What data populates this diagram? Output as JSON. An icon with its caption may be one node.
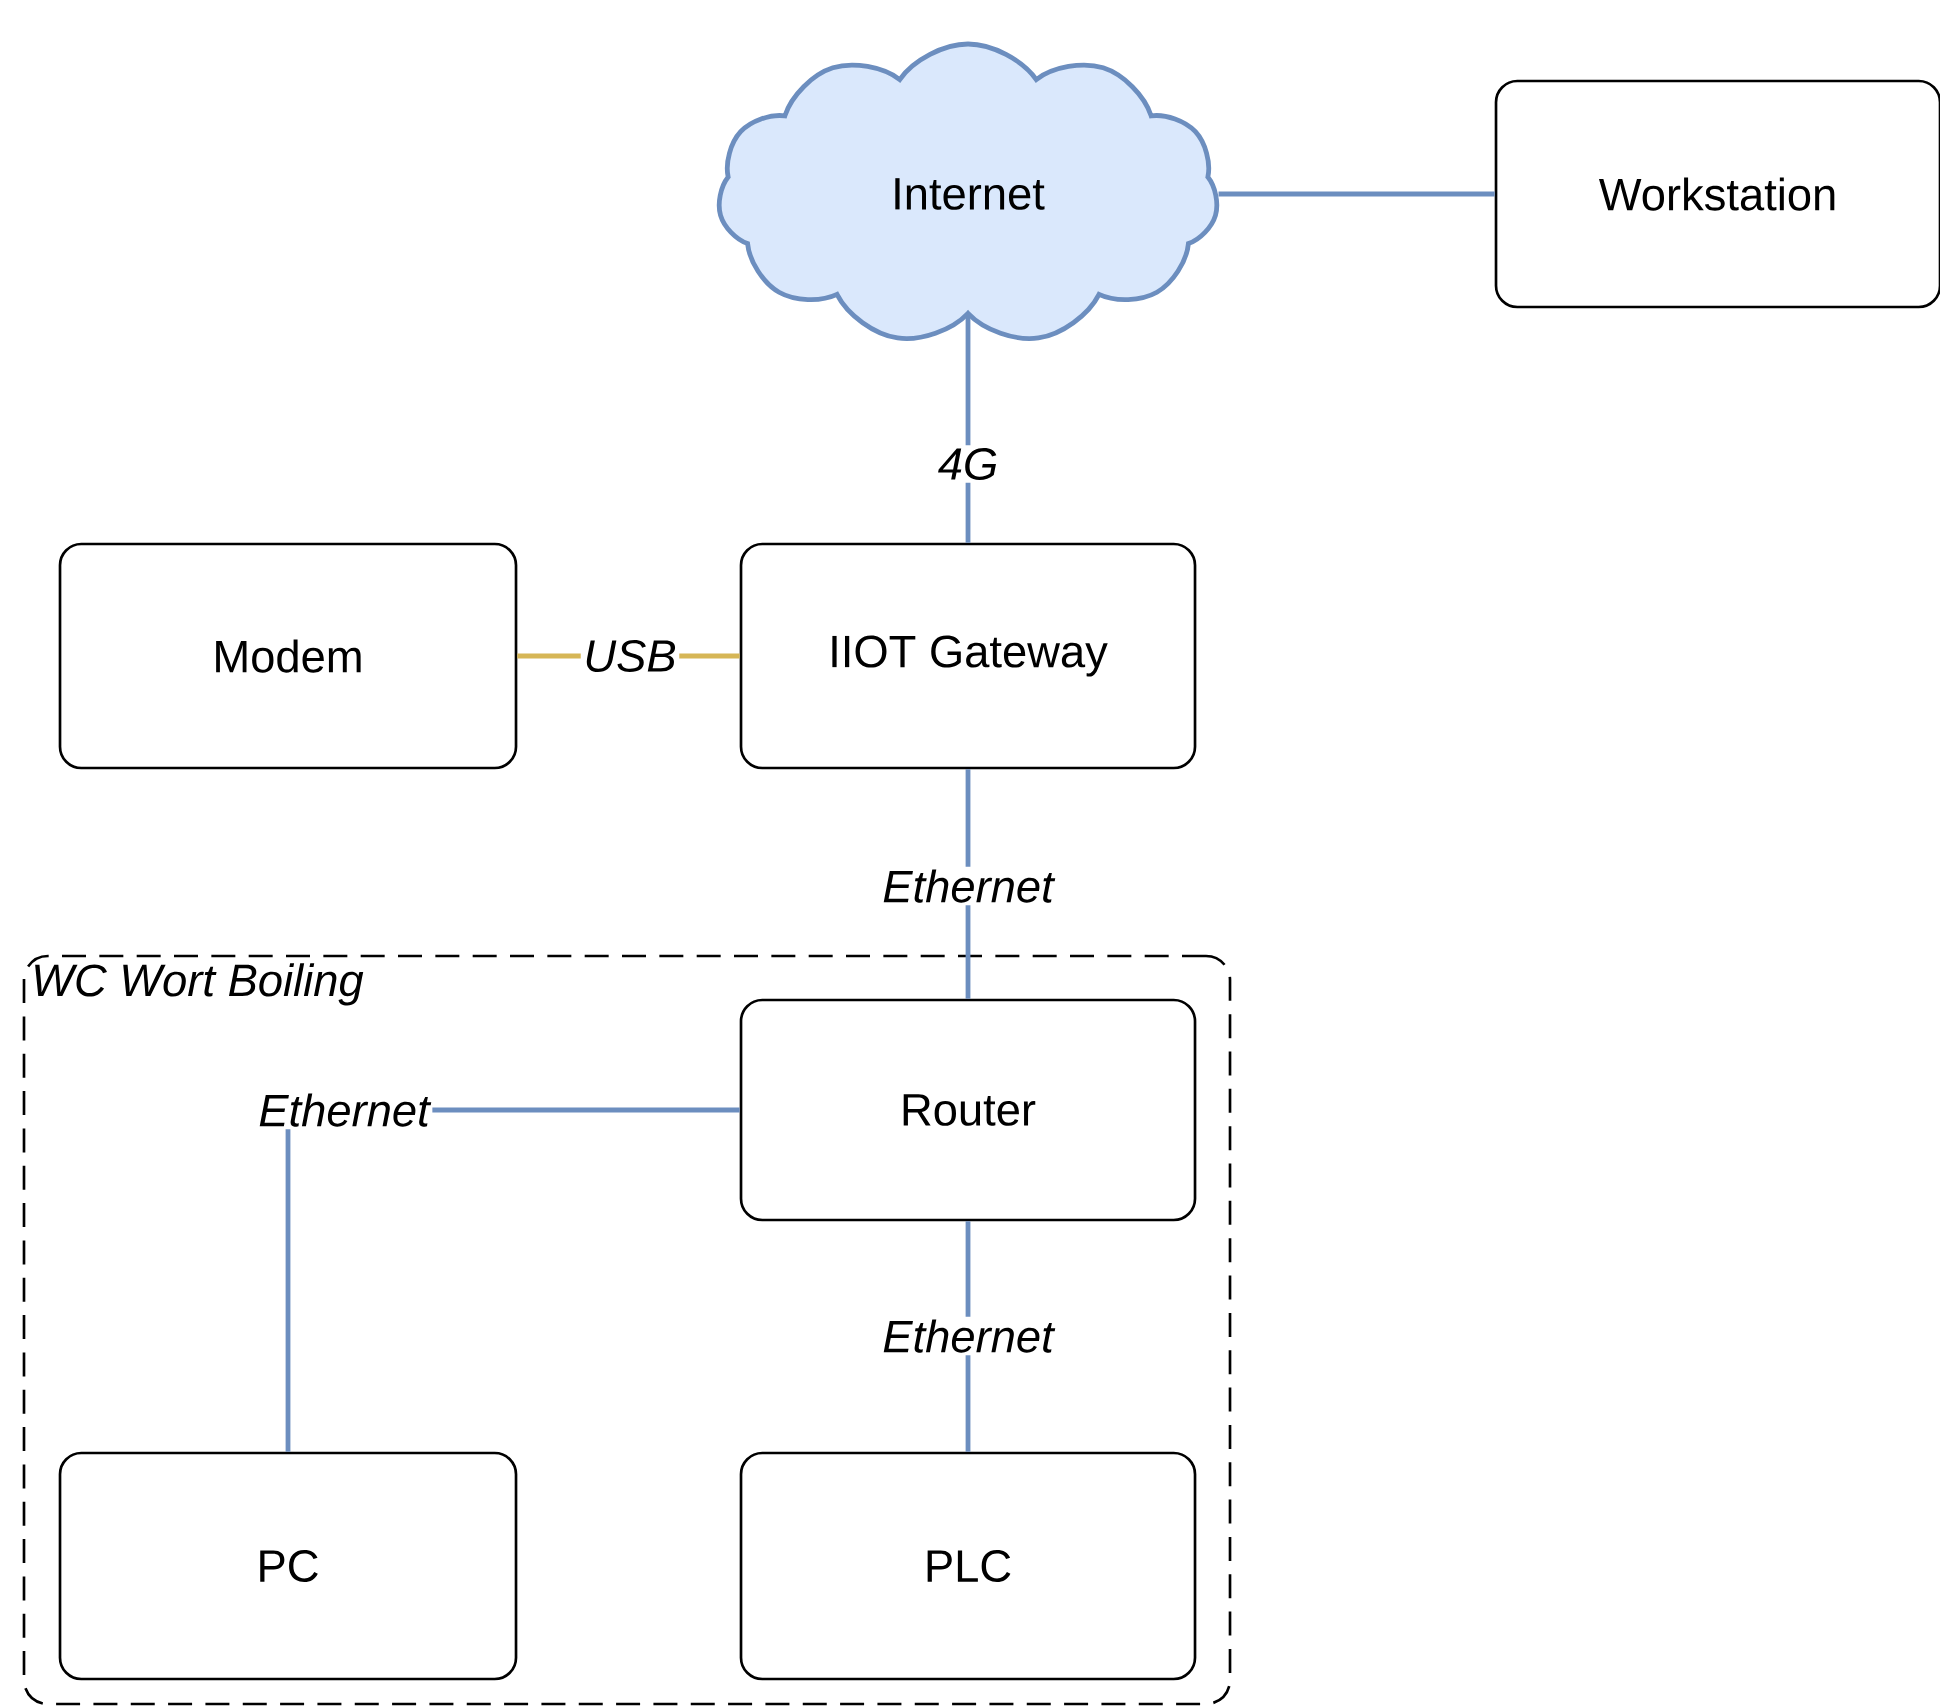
{
  "diagram": {
    "nodes": [
      {
        "text": [
          "Internet"
        ]
      },
      {
        "text": [
          "Workstation"
        ]
      },
      {
        "text": [
          "Modem"
        ]
      },
      {
        "text": [
          "IIOT Gateway"
        ]
      },
      {
        "text": [
          "WC Wort Boiling"
        ]
      },
      {
        "text": [
          "Router"
        ],
        "in": 4
      },
      {
        "text": [
          "PC"
        ],
        "in": 4
      },
      {
        "text": [
          "PLC"
        ],
        "in": 4
      }
    ],
    "edges": [
      {
        "from": 0,
        "to": 1,
        "arrow": "none"
      },
      {
        "from": 3,
        "to": 0,
        "arrow": "none",
        "label": "4G"
      },
      {
        "from": 2,
        "to": 3,
        "arrow": "none",
        "label": "USB",
        "color": "#d6b656"
      },
      {
        "from": 3,
        "to": 5,
        "arrow": "none",
        "label": "Ethernet"
      },
      {
        "from": 5,
        "to": 6,
        "arrow": "none",
        "label": "Ethernet"
      },
      {
        "from": 5,
        "to": 7,
        "arrow": "none",
        "label": "Ethernet"
      }
    ]
  }
}
